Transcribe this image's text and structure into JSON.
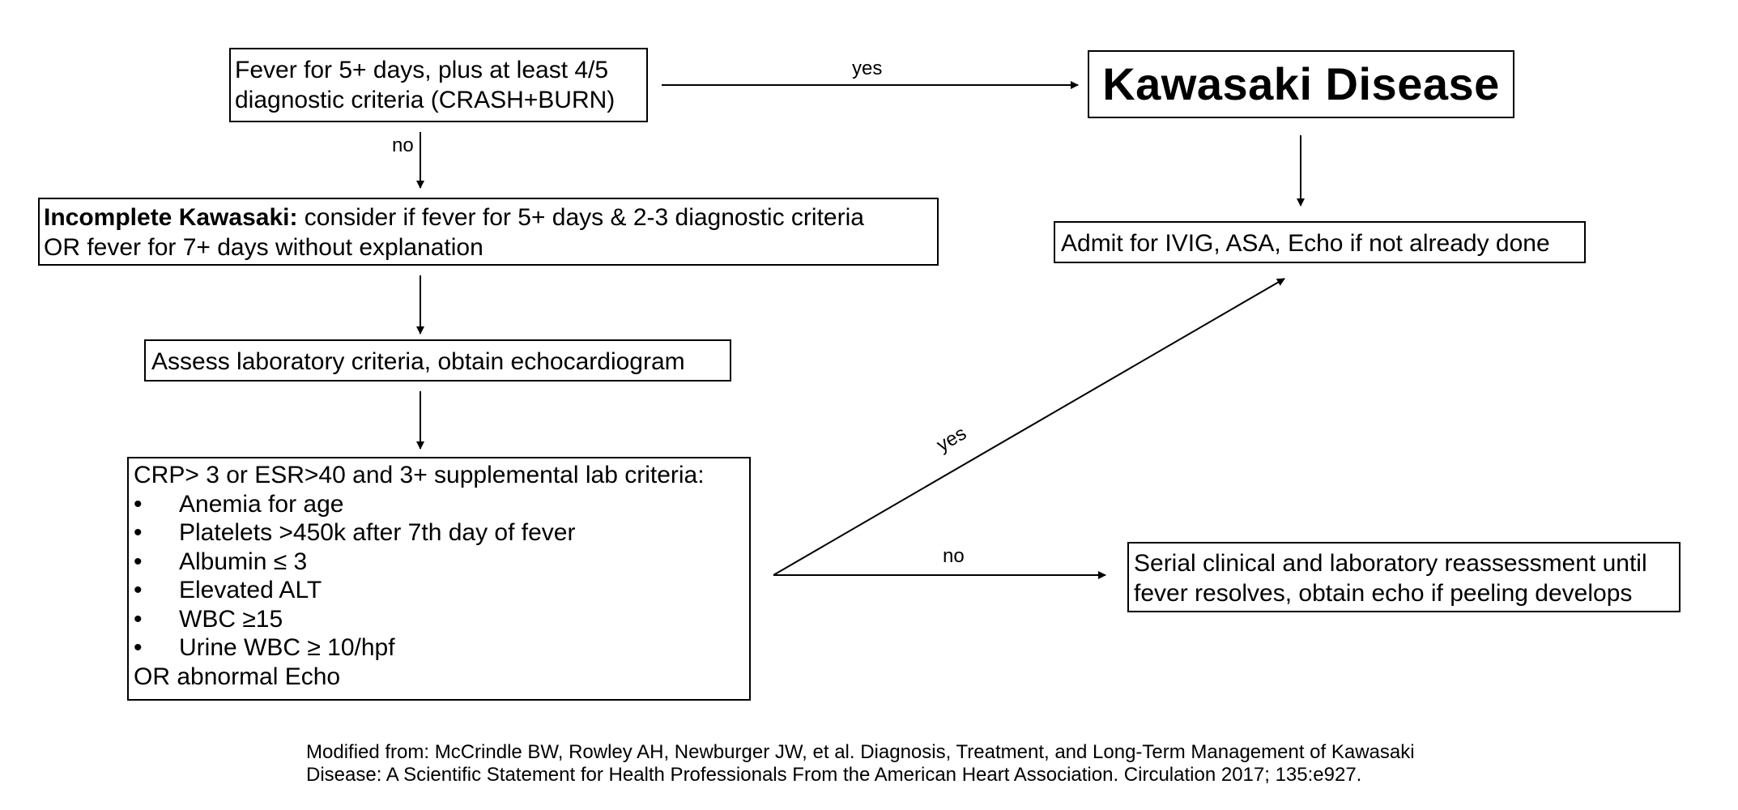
{
  "nodes": {
    "fever": {
      "line1": "Fever for 5+ days, plus at least 4/5",
      "line2": "diagnostic criteria (CRASH+BURN)"
    },
    "kawasaki": {
      "title": "Kawasaki Disease"
    },
    "incomplete": {
      "bold_lead": "Incomplete Kawasaki:",
      "line1_rest": " consider if fever for 5+ days & 2-3 diagnostic criteria",
      "line2": "OR fever for 7+ days without explanation"
    },
    "admit": {
      "text": "Admit for IVIG, ASA, Echo if not already done"
    },
    "assess": {
      "text": "Assess laboratory criteria, obtain echocardiogram"
    },
    "lab_criteria": {
      "header": "CRP> 3 or ESR>40 and 3+ supplemental lab criteria:",
      "bullet_symbol": "•",
      "items": [
        "Anemia for age",
        "Platelets >450k after 7th day of fever",
        "Albumin ≤ 3",
        "Elevated ALT",
        "WBC ≥15",
        "Urine WBC ≥ 10/hpf"
      ],
      "footer": "OR abnormal Echo"
    },
    "serial": {
      "line1": "Serial clinical and laboratory reassessment until",
      "line2": "fever resolves, obtain echo if peeling develops"
    }
  },
  "edges": {
    "fever_to_kawasaki": "yes",
    "fever_to_incomplete": "no",
    "lab_to_admit": "yes",
    "lab_to_serial": "no"
  },
  "citation": {
    "line1": "Modified from: McCrindle BW, Rowley AH, Newburger JW, et al. Diagnosis, Treatment, and Long-Term Management of Kawasaki",
    "line2": "Disease: A Scientific Statement for Health Professionals From the American Heart Association. Circulation 2017; 135:e927."
  },
  "colors": {
    "line": "#000000",
    "background": "#ffffff"
  }
}
